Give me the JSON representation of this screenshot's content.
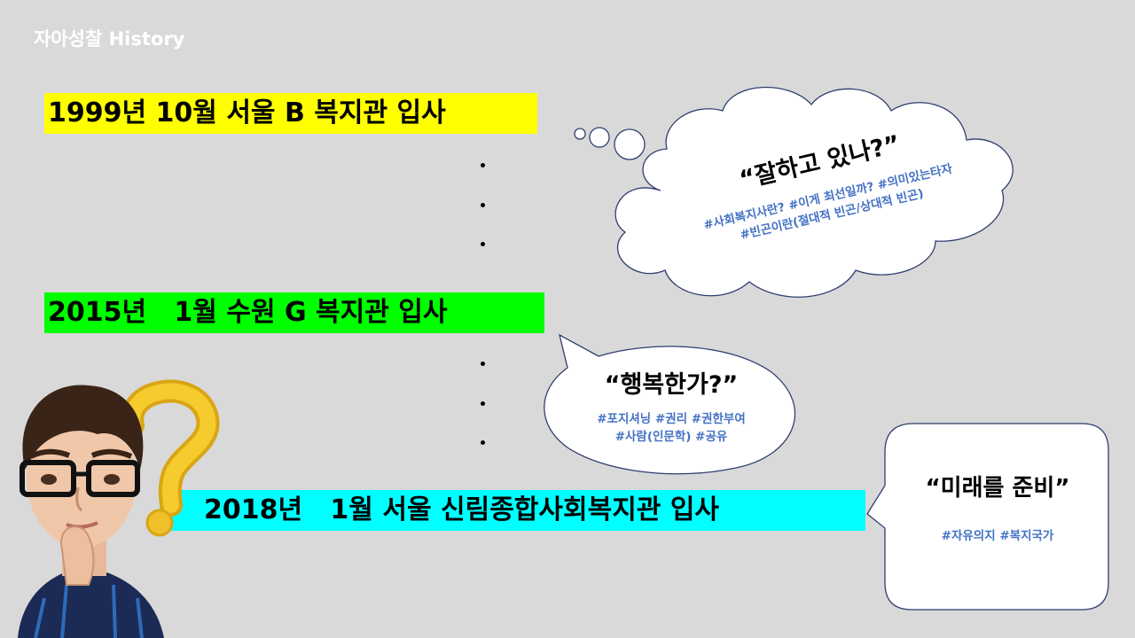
{
  "slide": {
    "title": "자아성찰 History"
  },
  "timeline": [
    {
      "text": "1999년 10월 서울 B 복지관 입사",
      "color": "#ffff00"
    },
    {
      "text": "2015년   1월 수원 G 복지관 입사",
      "color": "#00ff00"
    },
    {
      "text": "2018년   1월 서울 신림종합사회복지관 입사",
      "color": "#00ffff"
    }
  ],
  "bubbles": {
    "cloud": {
      "question": "“잘하고 있나?”",
      "tags_line1": "#사회복지사란?  #이게 최선일까? #의미있는타자",
      "tags_line2": "#빈곤이란(절대적 빈곤/상대적 빈곤)"
    },
    "oval": {
      "question": "“행복한가?”",
      "tags_line1": "#포지셔닝 #권리 #권한부여",
      "tags_line2": "#사람(인문학) #공유"
    },
    "rect": {
      "question": "“미래를 준비”",
      "tags_line1": "#자유의지 #복지국가"
    }
  },
  "icons": {
    "avatar": "thinking-person-avatar",
    "question_mark": "question-mark-icon"
  }
}
